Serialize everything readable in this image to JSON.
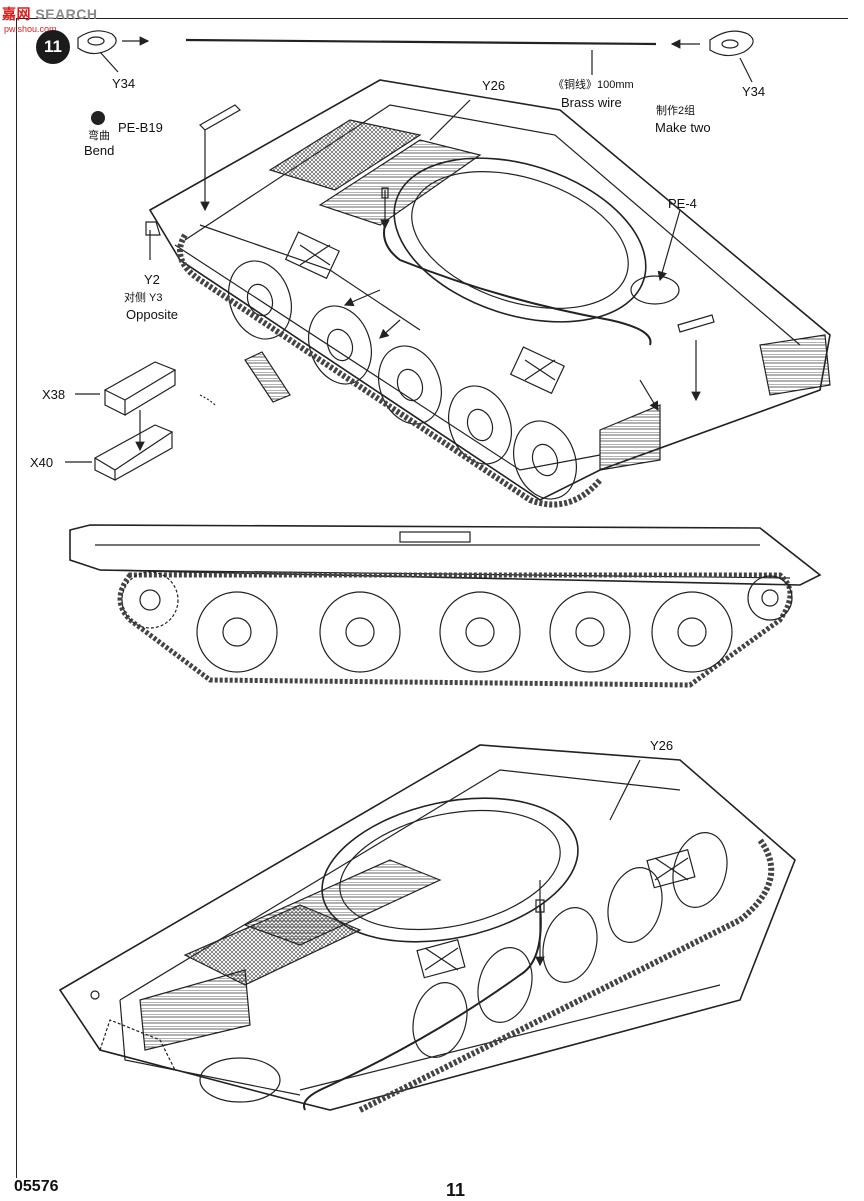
{
  "watermark": {
    "part1": "嘉",
    "part2": "网",
    "part3": "SEARCH",
    "site": "pw.shou.com"
  },
  "step_number": "11",
  "labels": {
    "y34_left": "Y34",
    "y34_right": "Y34",
    "brass_wire_cn": "《铜线》100mm",
    "brass_wire_en": "Brass wire",
    "make_two_cn": "制作2组",
    "make_two_en": "Make two",
    "y26_top": "Y26",
    "pe_b19": "PE-B19",
    "bend_cn": "弯曲",
    "bend_en": "Bend",
    "pe_4": "PE-4",
    "y2": "Y2",
    "opposite_cn": "对侧 Y3",
    "opposite_en": "Opposite",
    "x38": "X38",
    "x40": "X40",
    "y26_bottom": "Y26"
  },
  "footer": {
    "code": "05576",
    "page": "11"
  }
}
